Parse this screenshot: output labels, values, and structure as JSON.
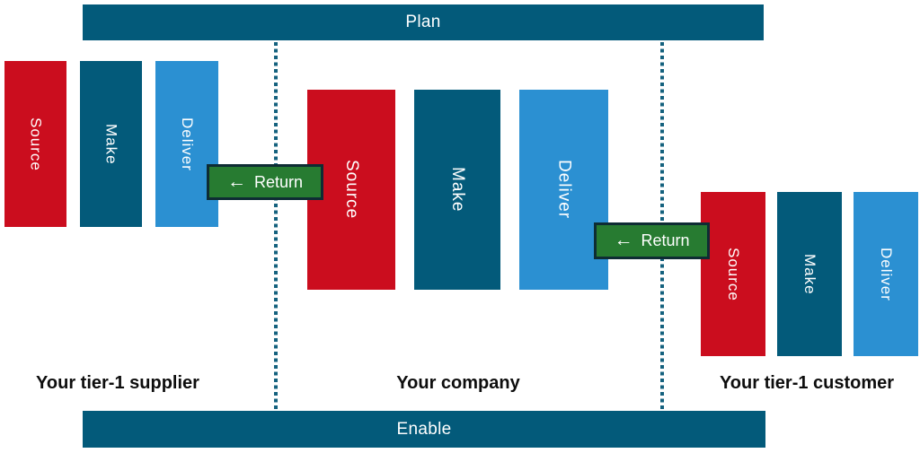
{
  "plan_bar": {
    "label": "Plan"
  },
  "enable_bar": {
    "label": "Enable"
  },
  "groups": [
    {
      "label": "Your tier-1 supplier",
      "bars": [
        {
          "label": "Source",
          "color": "#cb0d1e"
        },
        {
          "label": "Make",
          "color": "#035a7a"
        },
        {
          "label": "Deliver",
          "color": "#2b90d2"
        }
      ]
    },
    {
      "label": "Your company",
      "bars": [
        {
          "label": "Source",
          "color": "#cb0d1e"
        },
        {
          "label": "Make",
          "color": "#035a7a"
        },
        {
          "label": "Deliver",
          "color": "#2b90d2"
        }
      ]
    },
    {
      "label": "Your tier-1 customer",
      "bars": [
        {
          "label": "Source",
          "color": "#cb0d1e"
        },
        {
          "label": "Make",
          "color": "#035a7a"
        },
        {
          "label": "Deliver",
          "color": "#2b90d2"
        }
      ]
    }
  ],
  "return_buttons": [
    {
      "label": "Return",
      "arrow_icon": "←"
    },
    {
      "label": "Return",
      "arrow_icon": "←"
    }
  ],
  "colors": {
    "source_red": "#cb0d1e",
    "make_teal": "#035a7a",
    "deliver_blue": "#2b90d2",
    "plan_enable_teal": "#035a7a",
    "return_green": "#277b31",
    "return_border": "#0e2c34",
    "divider_dots_teal": "#14617e",
    "bar_text": "#ffffff",
    "caption_text": "#0d0d0d"
  }
}
